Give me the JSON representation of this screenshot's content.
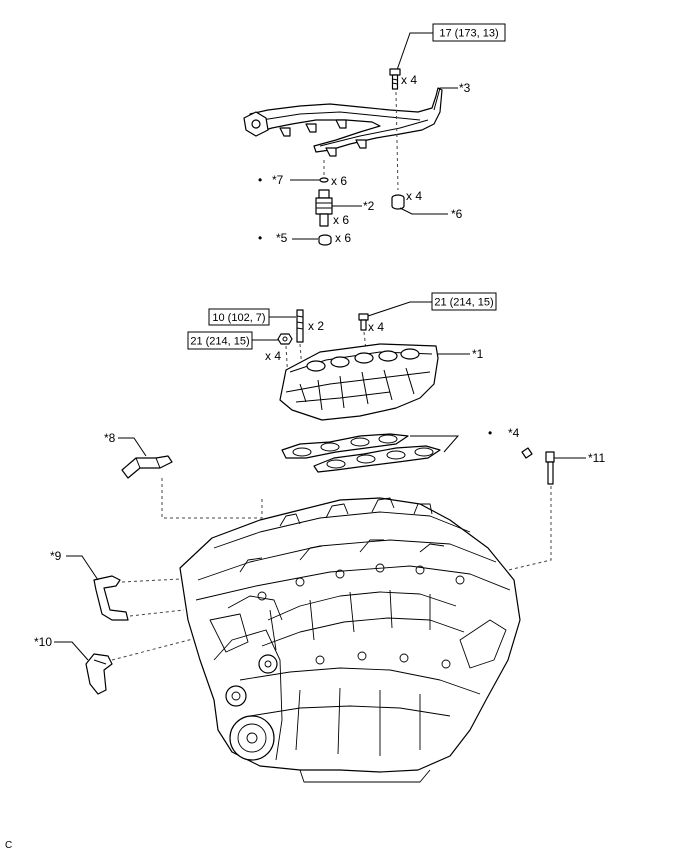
{
  "torque_specs": {
    "fuel_rail_bolt": "17 (173, 13)",
    "intake_manifold_bolt": "21 (214, 15)",
    "intake_manifold_stud": "10 (102, 7)",
    "intake_manifold_nut": "21 (214, 15)"
  },
  "quantities": {
    "fuel_rail_bolt": "x 4",
    "spacer": "x 4",
    "o_ring": "x 6",
    "injector": "x 6",
    "insulator": "x 6",
    "stud": "x 2",
    "manifold_bolt": "x 4",
    "manifold_nut": "x 4"
  },
  "callouts": {
    "c1": "*1",
    "c2": "*2",
    "c3": "*3",
    "c4": "*4",
    "c5": "*5",
    "c6": "*6",
    "c7": "*7",
    "c8": "*8",
    "c9": "*9",
    "c10": "*10",
    "c11": "*11"
  },
  "footer_code": "C"
}
